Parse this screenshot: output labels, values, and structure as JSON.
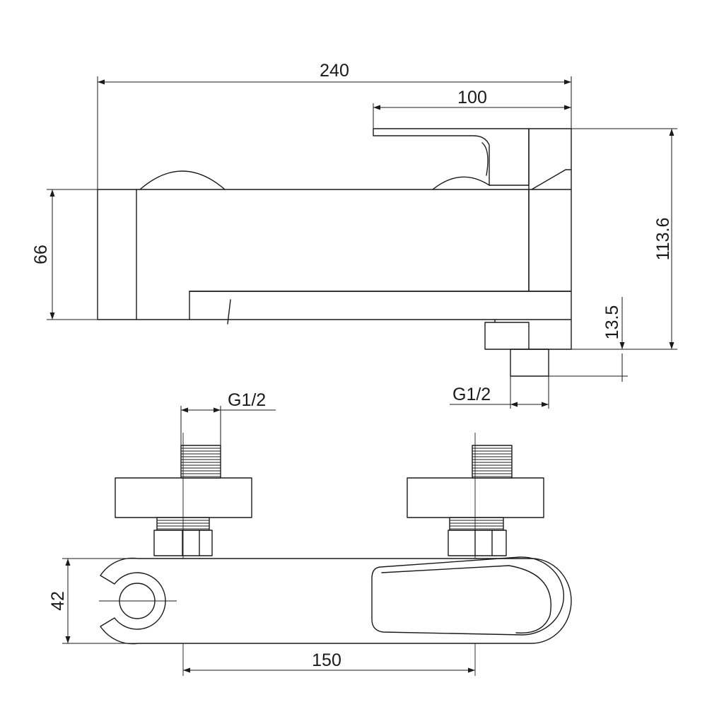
{
  "drawing": {
    "side_view": {
      "dim_overall_length": "240",
      "dim_lever_length": "100",
      "dim_body_height": "66",
      "dim_total_height": "113.6",
      "dim_outlet_height": "13.5",
      "thread_outlet": "G1/2"
    },
    "top_view": {
      "thread_inlet": "G1/2",
      "dim_width": "42",
      "dim_center_distance": "150"
    }
  }
}
